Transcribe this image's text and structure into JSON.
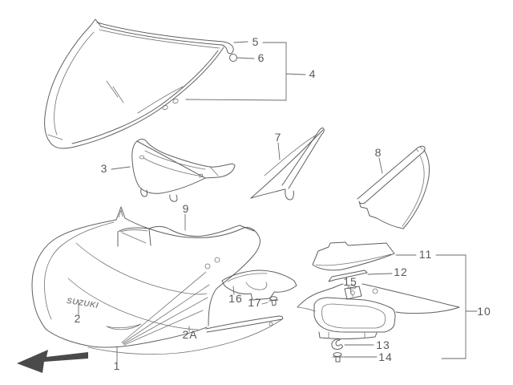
{
  "page": {
    "background_color": "#ffffff",
    "line_color": "#4f4f4f",
    "label_color": "#4c4c4c"
  },
  "diagram": {
    "brand_text": "SUZUKI",
    "callouts": [
      {
        "label": "5"
      },
      {
        "label": "6"
      },
      {
        "label": "4"
      },
      {
        "label": "3"
      },
      {
        "label": "7"
      },
      {
        "label": "8"
      },
      {
        "label": "9"
      },
      {
        "label": "2"
      },
      {
        "label": "2A"
      },
      {
        "label": "1"
      },
      {
        "label": "16"
      },
      {
        "label": "17"
      },
      {
        "label": "15"
      },
      {
        "label": "12"
      },
      {
        "label": "11"
      },
      {
        "label": "10"
      },
      {
        "label": "13"
      },
      {
        "label": "14"
      }
    ]
  }
}
